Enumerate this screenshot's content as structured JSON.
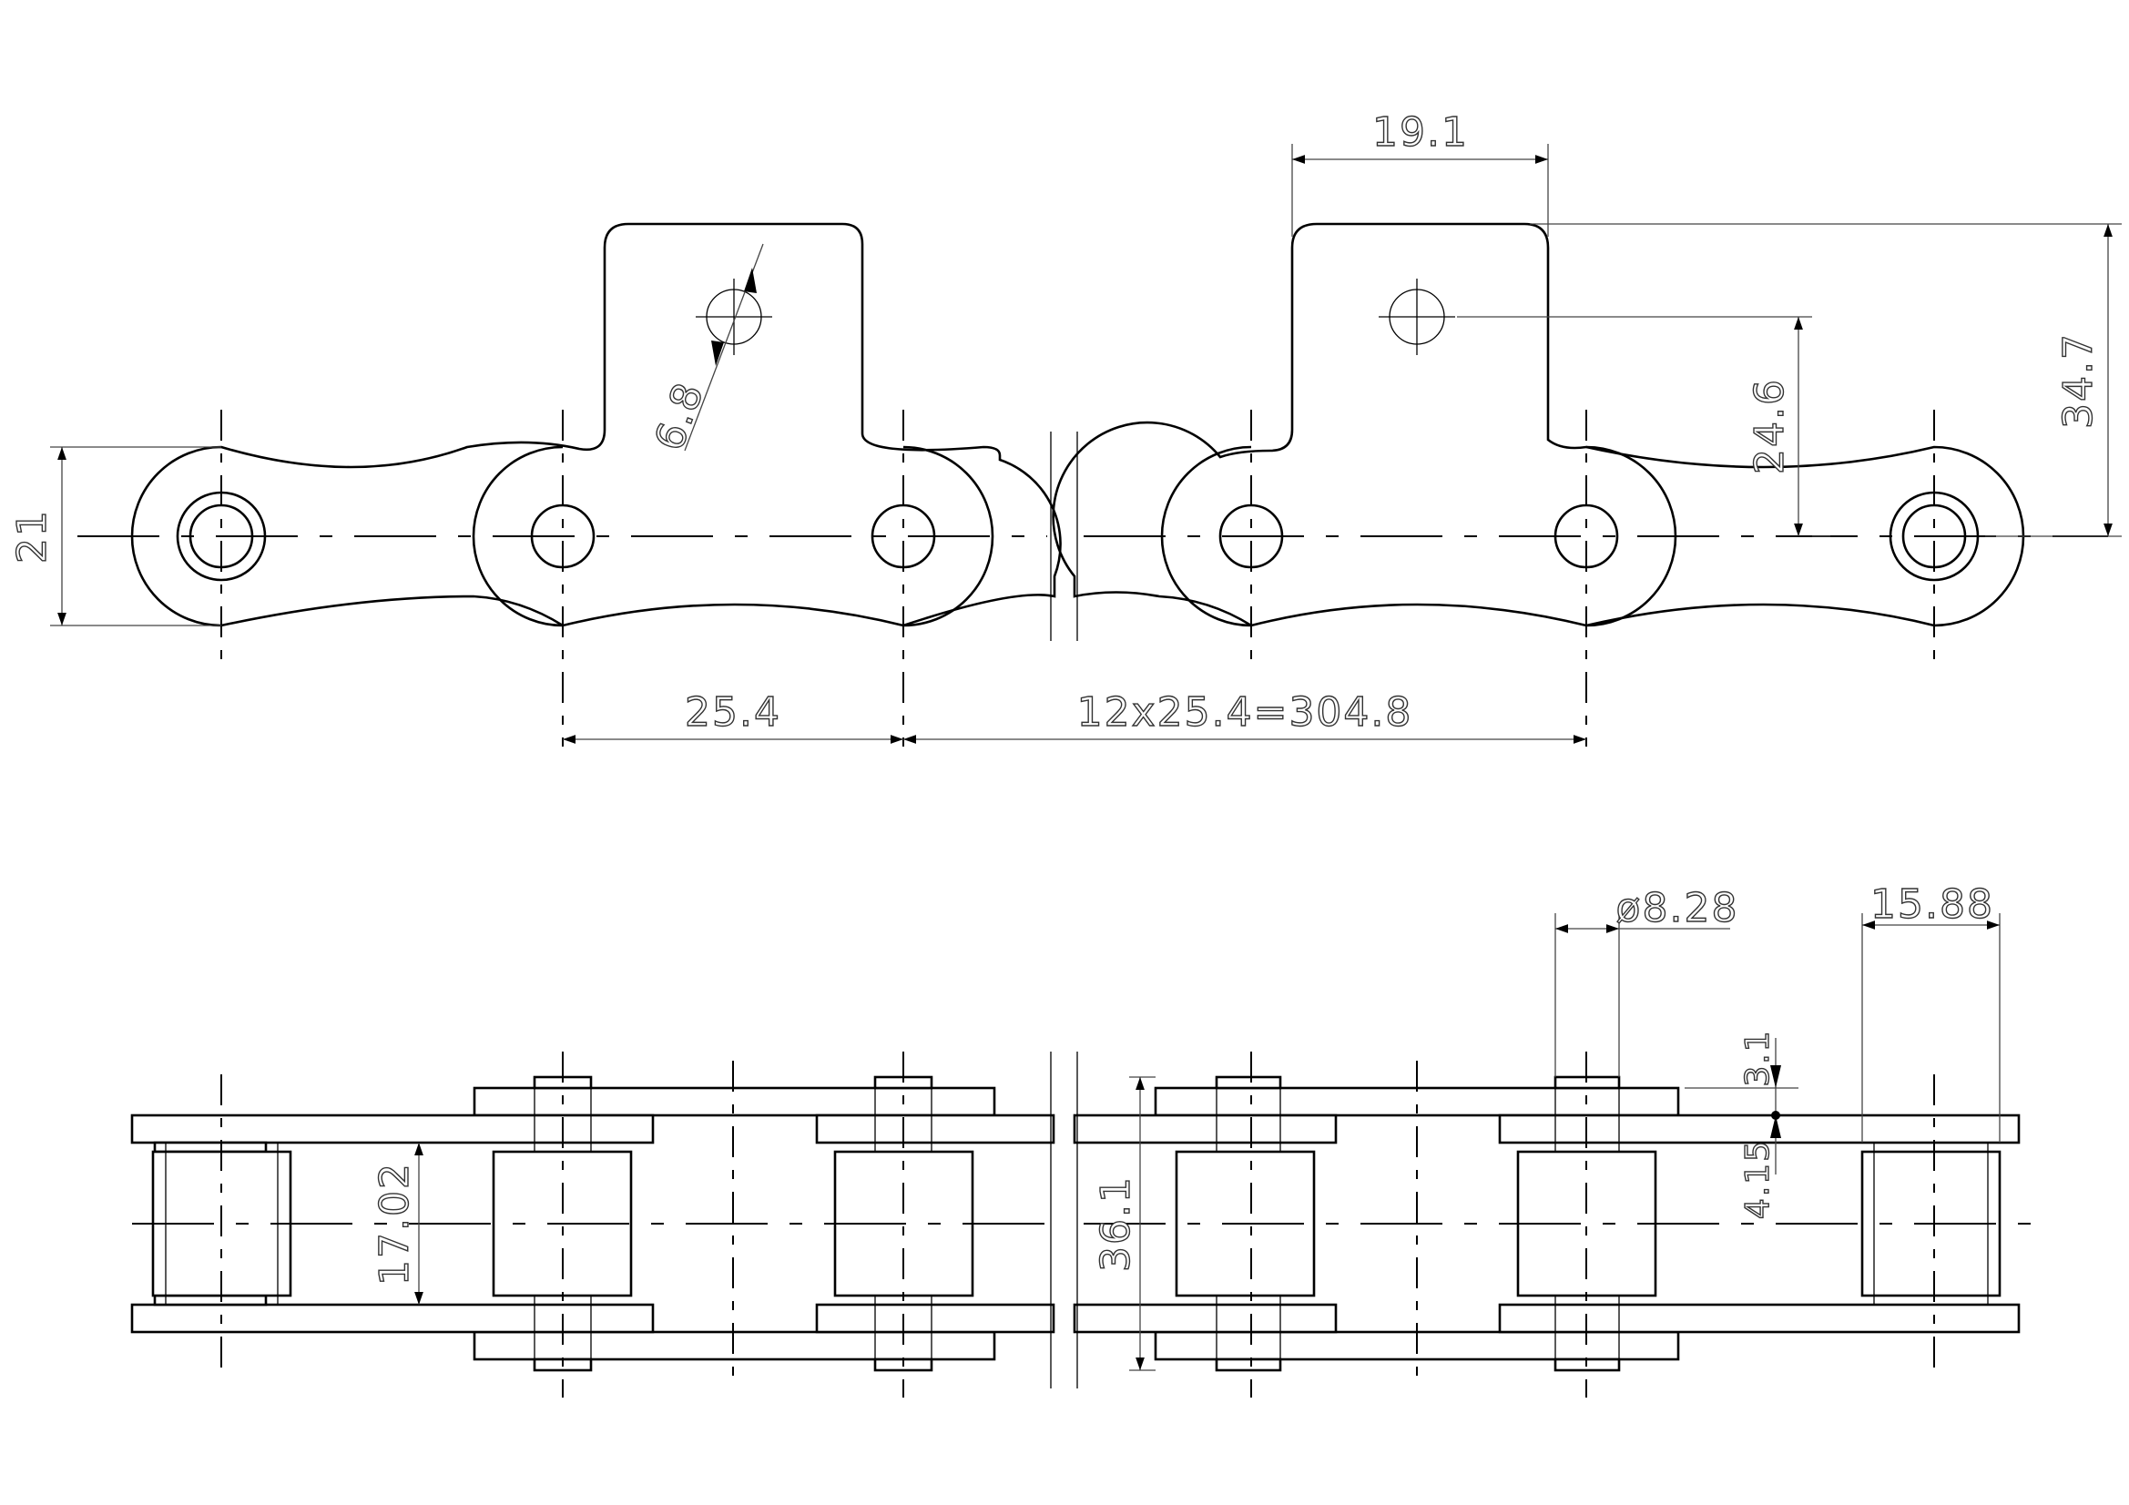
{
  "dimensions": {
    "top_view": {
      "height": "21",
      "hole_diameter": "6.8",
      "attachment_pitch": "19.1",
      "hole_height": "24.6",
      "attachment_height": "34.7",
      "pitch": "25.4",
      "spacing": "12x25.4=304.8"
    },
    "side_view": {
      "pin_diameter": "ø8.28",
      "roller_diameter": "15.88",
      "offset_top": "3.1",
      "offset_bottom": "4.15",
      "inner_width": "17.02",
      "overall_width": "36.1"
    }
  }
}
